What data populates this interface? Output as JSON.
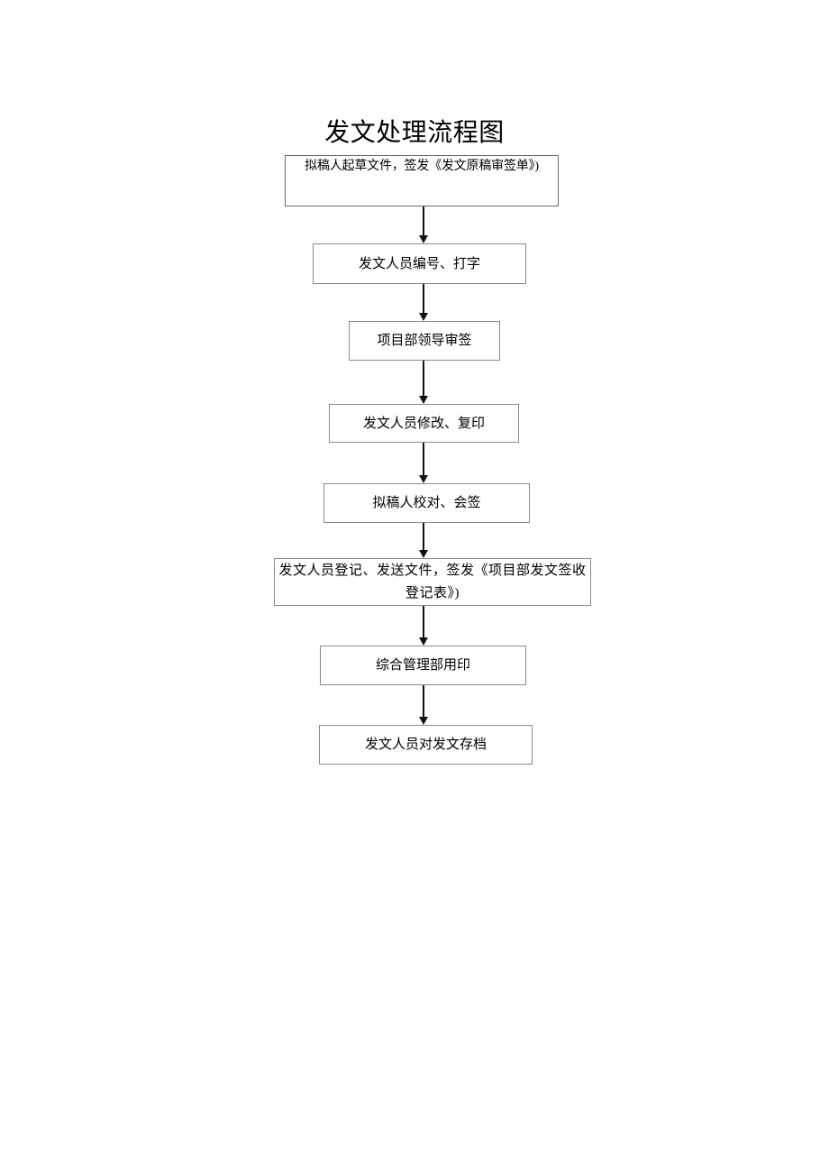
{
  "document": {
    "title": "发文处理流程图",
    "type": "flowchart",
    "orientation": "vertical",
    "language": "zh-CN"
  },
  "flowchart": {
    "title": "发文处理流程图",
    "nodes": [
      {
        "id": "n1",
        "label": "拟稿人起草文件，签发《发文原稿审签单》)",
        "shape": "rectangle",
        "step": 1
      },
      {
        "id": "n2",
        "label": "发文人员编号、打字",
        "shape": "rectangle",
        "step": 2
      },
      {
        "id": "n3",
        "label": "项目部领导审签",
        "shape": "rectangle",
        "step": 3
      },
      {
        "id": "n4",
        "label": "发文人员修改、复印",
        "shape": "rectangle",
        "step": 4
      },
      {
        "id": "n5",
        "label": "拟稿人校对、会签",
        "shape": "rectangle",
        "step": 5
      },
      {
        "id": "n6",
        "label": "发文人员登记、发送文件，签发《项目部发文签收登记表》)",
        "shape": "rectangle",
        "step": 6
      },
      {
        "id": "n7",
        "label": "综合管理部用印",
        "shape": "rectangle",
        "step": 7
      },
      {
        "id": "n8",
        "label": "发文人员对发文存档",
        "shape": "rectangle",
        "step": 8
      }
    ],
    "edges": [
      {
        "id": "e1",
        "from": "n1",
        "to": "n2",
        "type": "arrow",
        "direction": "down"
      },
      {
        "id": "e2",
        "from": "n2",
        "to": "n3",
        "type": "arrow",
        "direction": "down"
      },
      {
        "id": "e3",
        "from": "n3",
        "to": "n4",
        "type": "arrow",
        "direction": "down"
      },
      {
        "id": "e4",
        "from": "n4",
        "to": "n5",
        "type": "arrow",
        "direction": "down"
      },
      {
        "id": "e5",
        "from": "n5",
        "to": "n6",
        "type": "arrow",
        "direction": "down"
      },
      {
        "id": "e6",
        "from": "n6",
        "to": "n7",
        "type": "arrow",
        "direction": "down"
      },
      {
        "id": "e7",
        "from": "n7",
        "to": "n8",
        "type": "arrow",
        "direction": "down"
      }
    ],
    "colors": {
      "node_border": "#8a8a8a",
      "node_fill": "#ffffff",
      "edge": "#111111",
      "text": "#000000",
      "page_background": "#ffffff"
    }
  }
}
